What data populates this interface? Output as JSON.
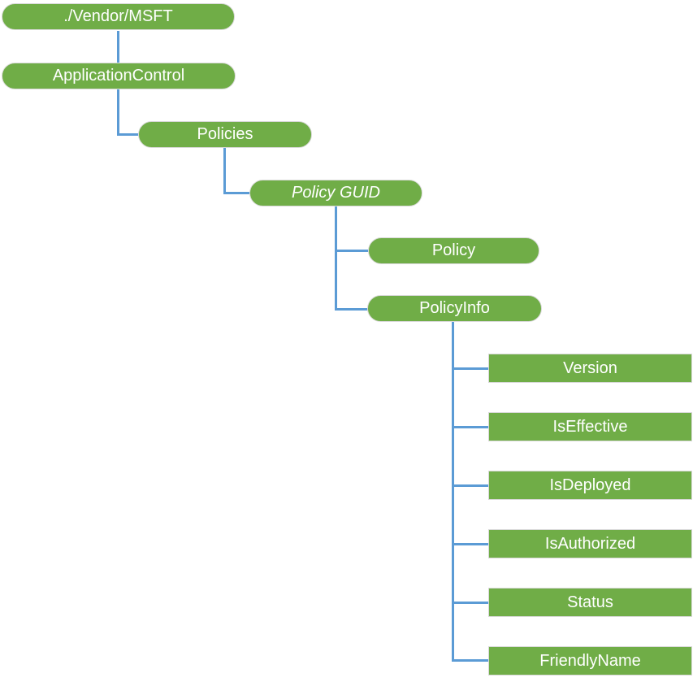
{
  "diagram": {
    "title": "ApplicationControl CSP node tree",
    "colors": {
      "node_fill": "#70AD47",
      "node_border": "#D9D9D9",
      "connector": "#5B9BD5",
      "text": "#FFFFFF"
    },
    "nodes": {
      "vendor_msft": {
        "label": "./Vendor/MSFT",
        "shape": "pill",
        "parent": null
      },
      "application_control": {
        "label": "ApplicationControl",
        "shape": "pill",
        "parent": "vendor_msft"
      },
      "policies": {
        "label": "Policies",
        "shape": "pill",
        "parent": "application_control"
      },
      "policy_guid": {
        "label": "Policy GUID",
        "shape": "pill",
        "style": "italic",
        "parent": "policies"
      },
      "policy": {
        "label": "Policy",
        "shape": "pill",
        "parent": "policy_guid"
      },
      "policy_info": {
        "label": "PolicyInfo",
        "shape": "pill",
        "parent": "policy_guid"
      },
      "version": {
        "label": "Version",
        "shape": "rect",
        "parent": "policy_info"
      },
      "is_effective": {
        "label": "IsEffective",
        "shape": "rect",
        "parent": "policy_info"
      },
      "is_deployed": {
        "label": "IsDeployed",
        "shape": "rect",
        "parent": "policy_info"
      },
      "is_authorized": {
        "label": "IsAuthorized",
        "shape": "rect",
        "parent": "policy_info"
      },
      "status": {
        "label": "Status",
        "shape": "rect",
        "parent": "policy_info"
      },
      "friendly_name": {
        "label": "FriendlyName",
        "shape": "rect",
        "parent": "policy_info"
      }
    }
  }
}
